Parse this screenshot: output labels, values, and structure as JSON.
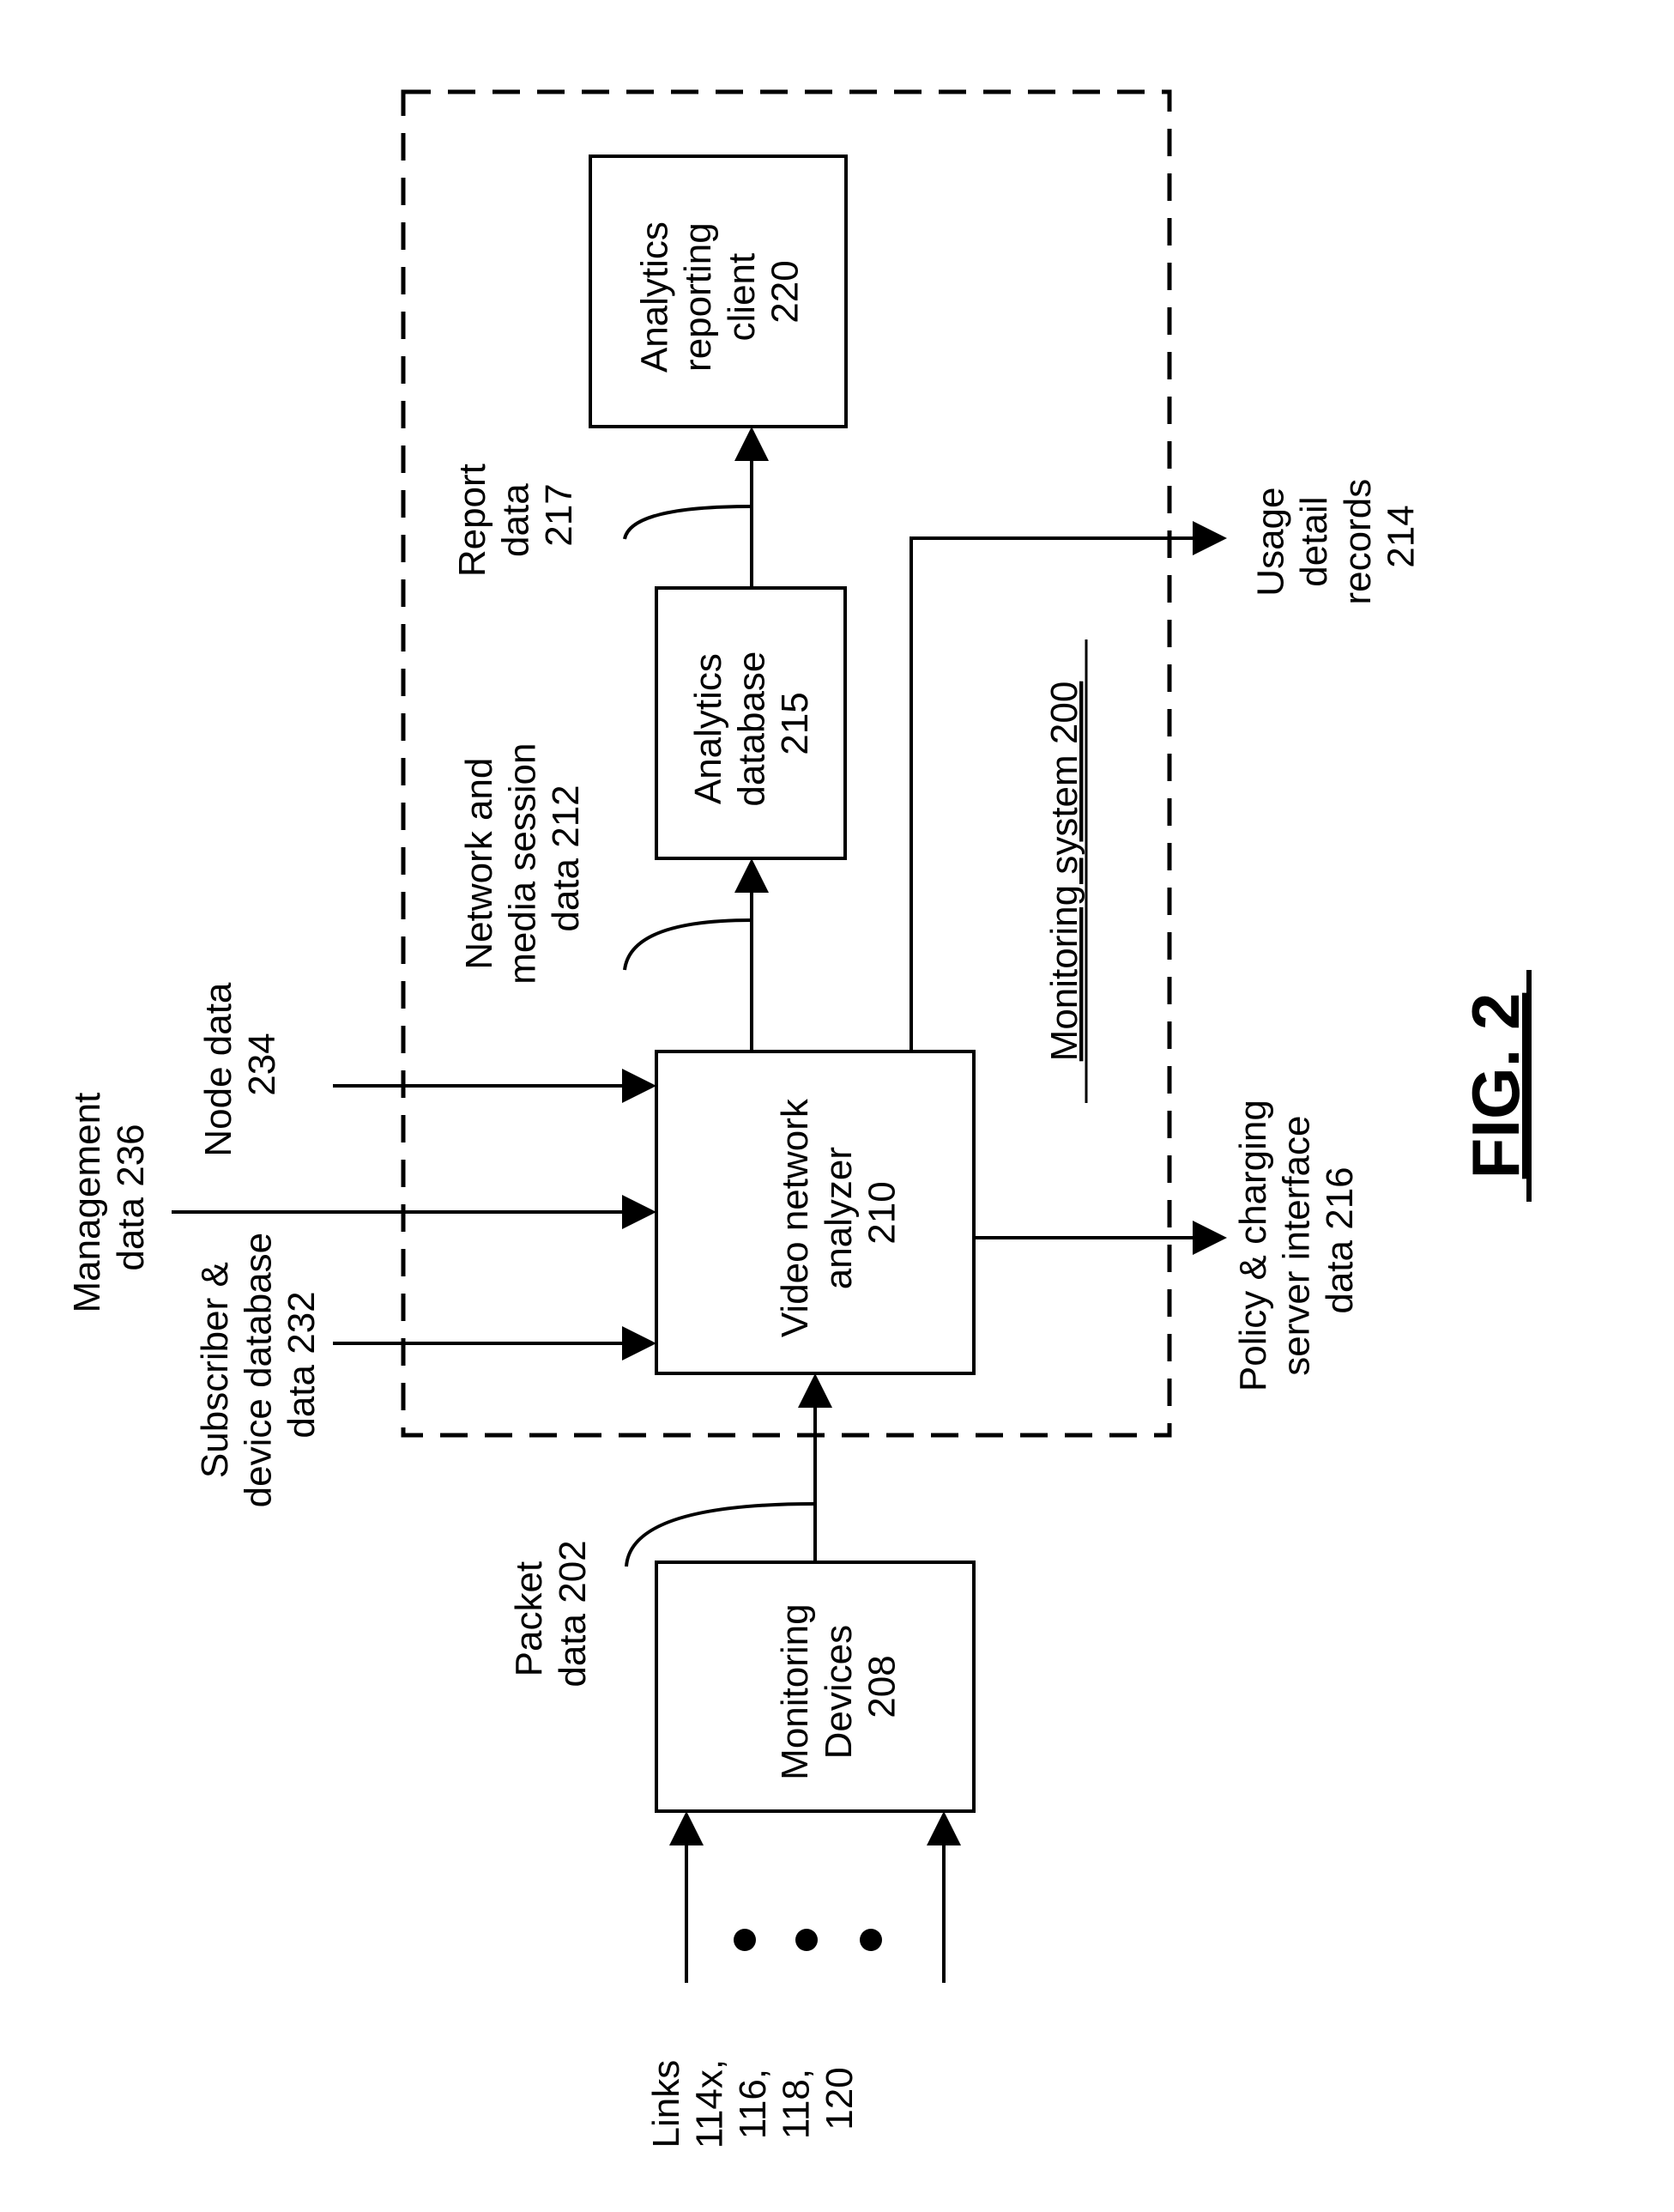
{
  "figure_label": "FIG. 2",
  "colors": {
    "ink": "#000000",
    "paper": "#ffffff"
  },
  "monitoring_system_label": "Monitoring system 200",
  "blocks": {
    "monitoring_devices": [
      "Monitoring",
      "Devices",
      "208"
    ],
    "video_network_analyzer": [
      "Video network",
      "analyzer",
      "210"
    ],
    "analytics_database": [
      "Analytics",
      "database",
      "215"
    ],
    "analytics_reporting_client": [
      "Analytics",
      "reporting",
      "client",
      "220"
    ]
  },
  "inputs": {
    "links": [
      "Links",
      "114x,",
      "116,",
      "118,",
      "120"
    ],
    "subscriber_data": [
      "Subscriber &",
      "device database",
      "data 232"
    ],
    "management_data": [
      "Management",
      "data 236"
    ],
    "node_data": [
      "Node data",
      "234"
    ]
  },
  "flows": {
    "packet_data": [
      "Packet",
      "data 202"
    ],
    "network_media_data": [
      "Network and",
      "media session",
      "data 212"
    ],
    "report_data": [
      "Report",
      "data",
      "217"
    ]
  },
  "outputs": {
    "policy_charging": [
      "Policy & charging",
      "server interface",
      "data 216"
    ],
    "usage_detail_records": [
      "Usage",
      "detail",
      "records",
      "214"
    ]
  }
}
